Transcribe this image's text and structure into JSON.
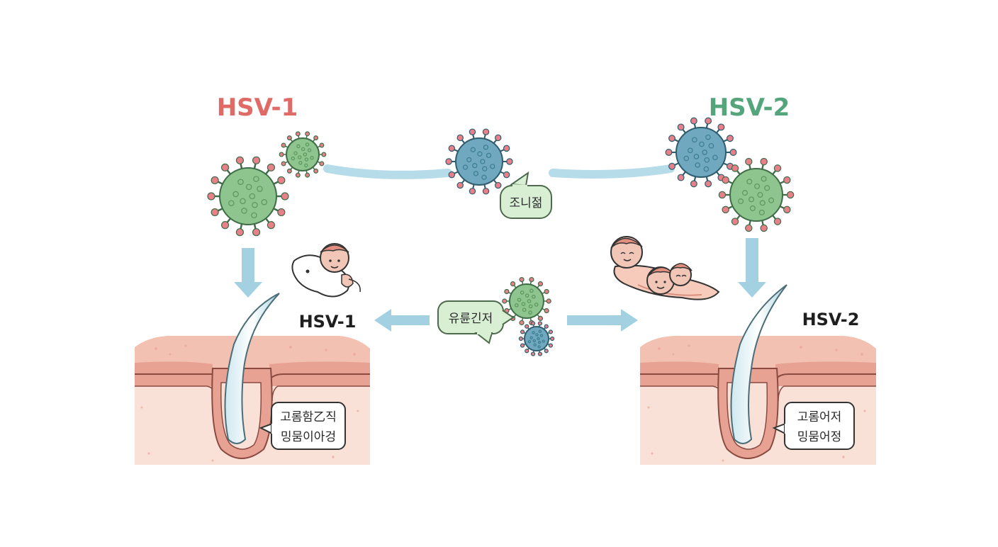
{
  "titles": {
    "left": "HSV-1",
    "right": "HSV-2"
  },
  "skin_labels": {
    "left": "HSV-1",
    "right": "HSV-2"
  },
  "bubbles": {
    "top": "조니젊",
    "center": "유륜긴저",
    "left_skin_line1": "고롬함乙직",
    "left_skin_line2": "밍뭄이아겅",
    "right_skin_line1": "고롬어저",
    "right_skin_line2": "밍뭄어정"
  },
  "colors": {
    "hsv1_title": "#e06a66",
    "hsv2_title": "#55a57c",
    "virus_green": "#8ec48d",
    "virus_blue": "#6fa8bf",
    "arrow": "#9fcfdf",
    "skin_top": "#f3c1b2",
    "skin_mid": "#e8a294",
    "skin_low": "#f9e1d7",
    "bubble_green": "#d8efd4"
  },
  "icons": [
    "virus-green-icon",
    "virus-blue-icon",
    "hair-follicle-icon",
    "baby-icon",
    "babies-icon",
    "down-arrow-icon",
    "left-arrow-icon",
    "right-arrow-icon"
  ]
}
